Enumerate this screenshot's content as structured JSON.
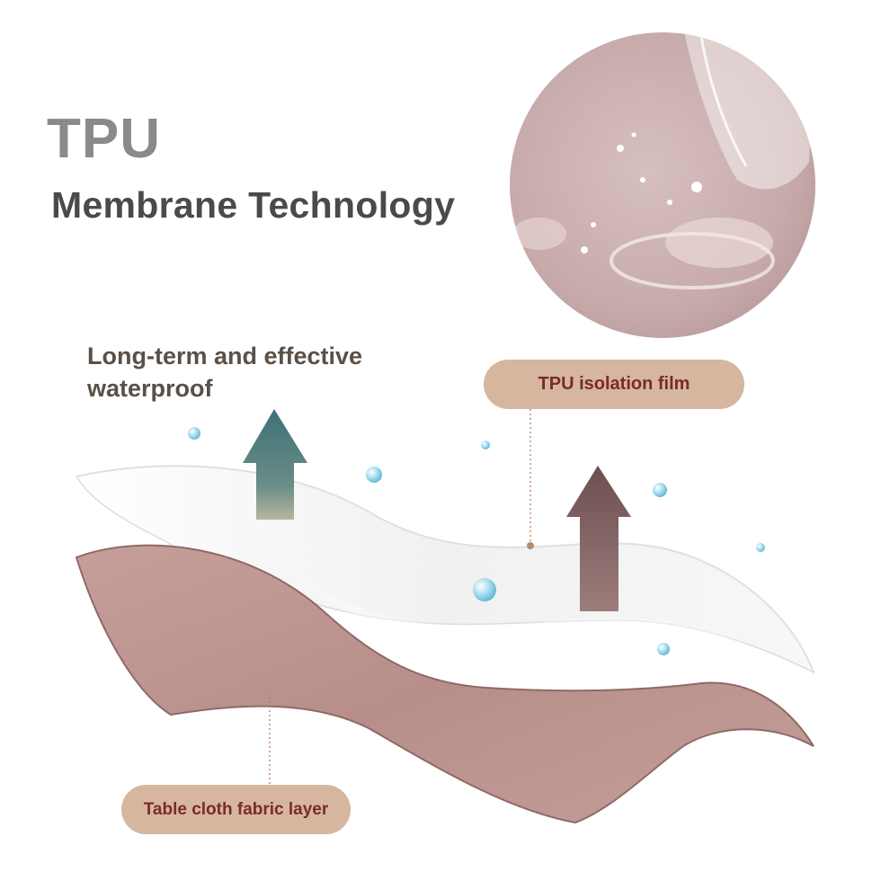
{
  "heading": {
    "title": "TPU",
    "subtitle": "Membrane Technology"
  },
  "feature": {
    "line1": "Long-term and effective",
    "line2": "waterproof"
  },
  "labels": {
    "film": "TPU isolation film",
    "fabric": "Table cloth fabric layer"
  },
  "colors": {
    "fabric": "#c39a95",
    "fabric_edge": "#9c7471",
    "film": "#f4f4f4",
    "pill": "#d6b69f",
    "pill_text": "#7a2a2a",
    "arrow_teal": "#4a7c80",
    "arrow_mauve": "#7d5f5e",
    "droplet": "#7fc8e4"
  }
}
